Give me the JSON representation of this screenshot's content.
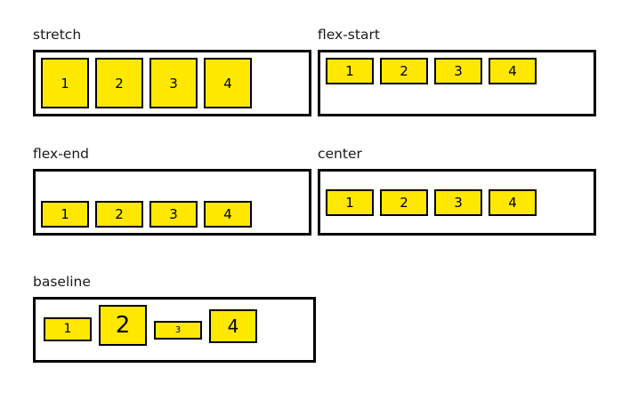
{
  "page": {
    "title": "CSS flexbox align-items demonstration",
    "background_color": "#ffffff",
    "item_fill_color": "#ffe800",
    "border_color": "#000000",
    "text_color": "#000000"
  },
  "demos": [
    {
      "id": "stretch",
      "label": "stretch",
      "align_items": "stretch",
      "items": [
        {
          "label": "1"
        },
        {
          "label": "2"
        },
        {
          "label": "3"
        },
        {
          "label": "4"
        }
      ]
    },
    {
      "id": "flex-start",
      "label": "flex-start",
      "align_items": "flex-start",
      "items": [
        {
          "label": "1"
        },
        {
          "label": "2"
        },
        {
          "label": "3"
        },
        {
          "label": "4"
        }
      ]
    },
    {
      "id": "flex-end",
      "label": "flex-end",
      "align_items": "flex-end",
      "items": [
        {
          "label": "1"
        },
        {
          "label": "2"
        },
        {
          "label": "3"
        },
        {
          "label": "4"
        }
      ]
    },
    {
      "id": "center",
      "label": "center",
      "align_items": "center",
      "items": [
        {
          "label": "1"
        },
        {
          "label": "2"
        },
        {
          "label": "3"
        },
        {
          "label": "4"
        }
      ]
    },
    {
      "id": "baseline",
      "label": "baseline",
      "align_items": "baseline",
      "items": [
        {
          "label": "1"
        },
        {
          "label": "2"
        },
        {
          "label": "3"
        },
        {
          "label": "4"
        }
      ]
    }
  ]
}
